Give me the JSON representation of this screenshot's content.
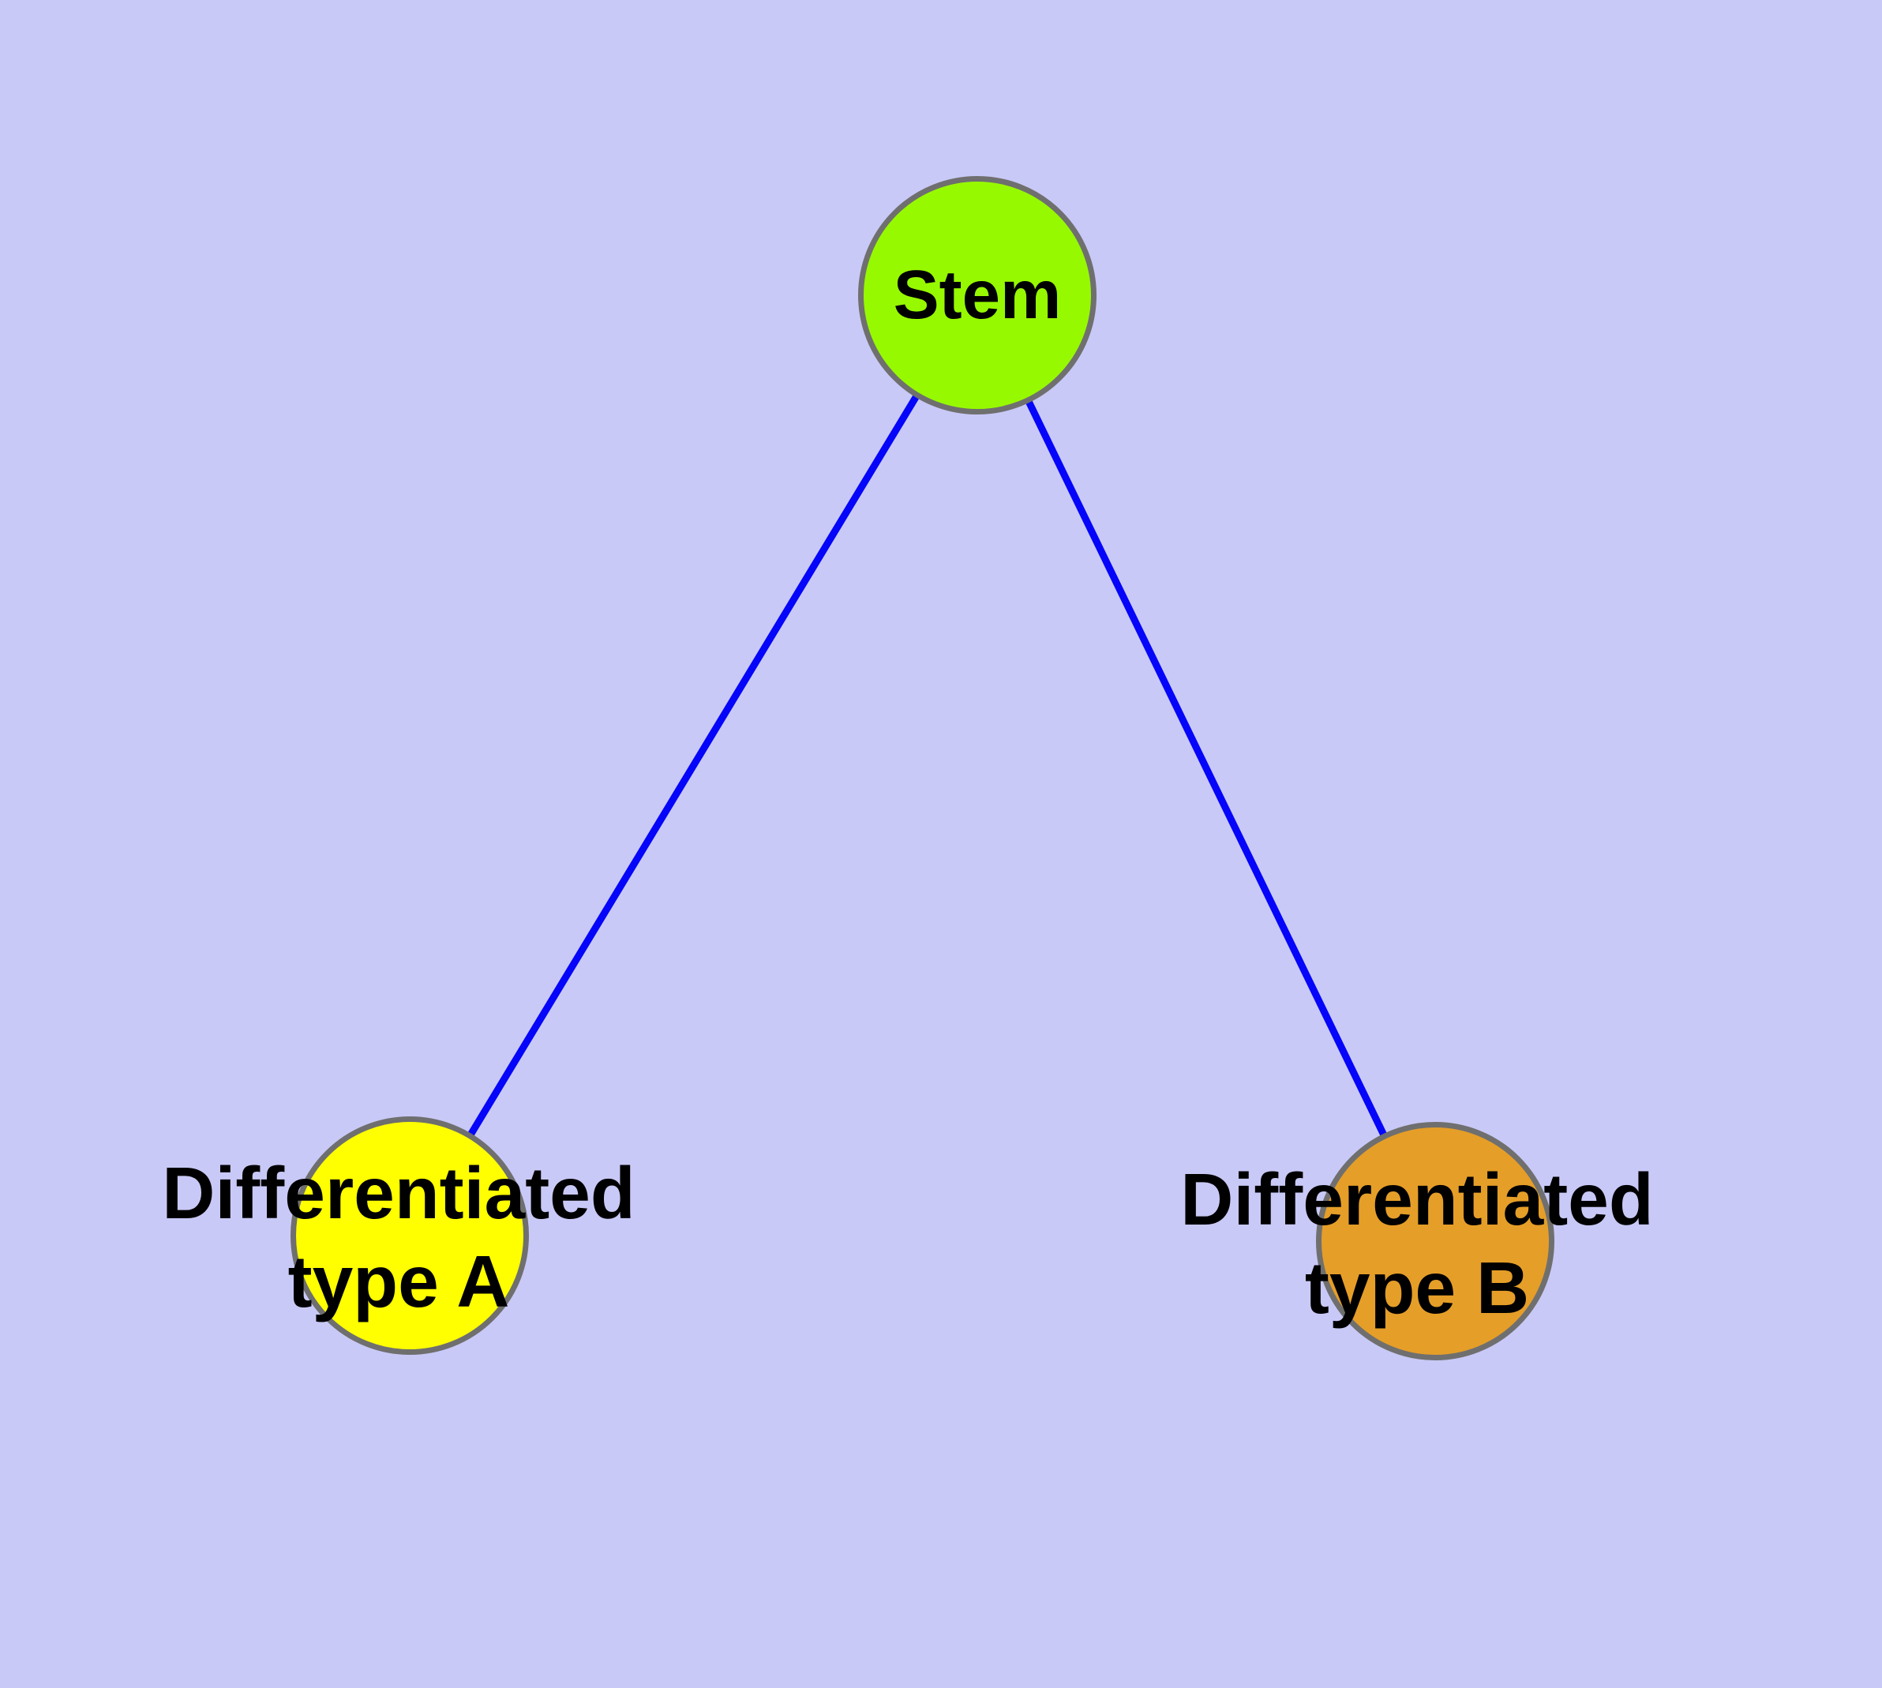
{
  "diagram": {
    "type": "graph",
    "background_color": "#C9C9F7",
    "edge_color": "#0505FA",
    "node_border_color": "#6F6F6F",
    "nodes": [
      {
        "id": "stem",
        "label": "Stem",
        "fill_color": "#97F900"
      },
      {
        "id": "differentiated-type-a",
        "label_line1": "Differentiated",
        "label_line2": "type A",
        "fill_color": "#FFFF00"
      },
      {
        "id": "differentiated-type-b",
        "label_line1": "Differentiated",
        "label_line2": "type B",
        "fill_color": "#E59E28"
      }
    ],
    "edges": [
      {
        "from": "Stem",
        "to": "Differentiated type A"
      },
      {
        "from": "Stem",
        "to": "Differentiated type B"
      }
    ]
  }
}
